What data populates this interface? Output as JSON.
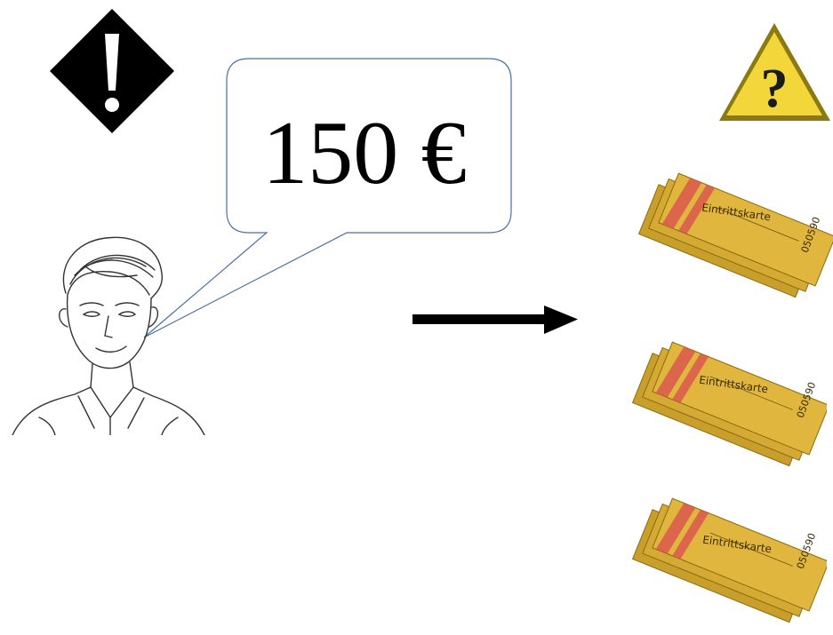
{
  "price": {
    "label": "150 €"
  },
  "tickets": {
    "title": "Eintrittskarte",
    "serial": "050590",
    "groups": [
      {
        "name": "ticket-stack-1"
      },
      {
        "name": "ticket-stack-2"
      },
      {
        "name": "ticket-stack-3"
      }
    ]
  },
  "icons": {
    "warning_left": "exclamation-diamond-icon",
    "warning_right": "question-triangle-icon",
    "arrow": "right-arrow-icon",
    "person": "person-sketch-icon"
  },
  "colors": {
    "ticket_gold": "#d9b13b",
    "ticket_stripe": "#d9534f",
    "warning_yellow": "#f3d73a",
    "bubble_stroke": "#4a6fa5"
  }
}
